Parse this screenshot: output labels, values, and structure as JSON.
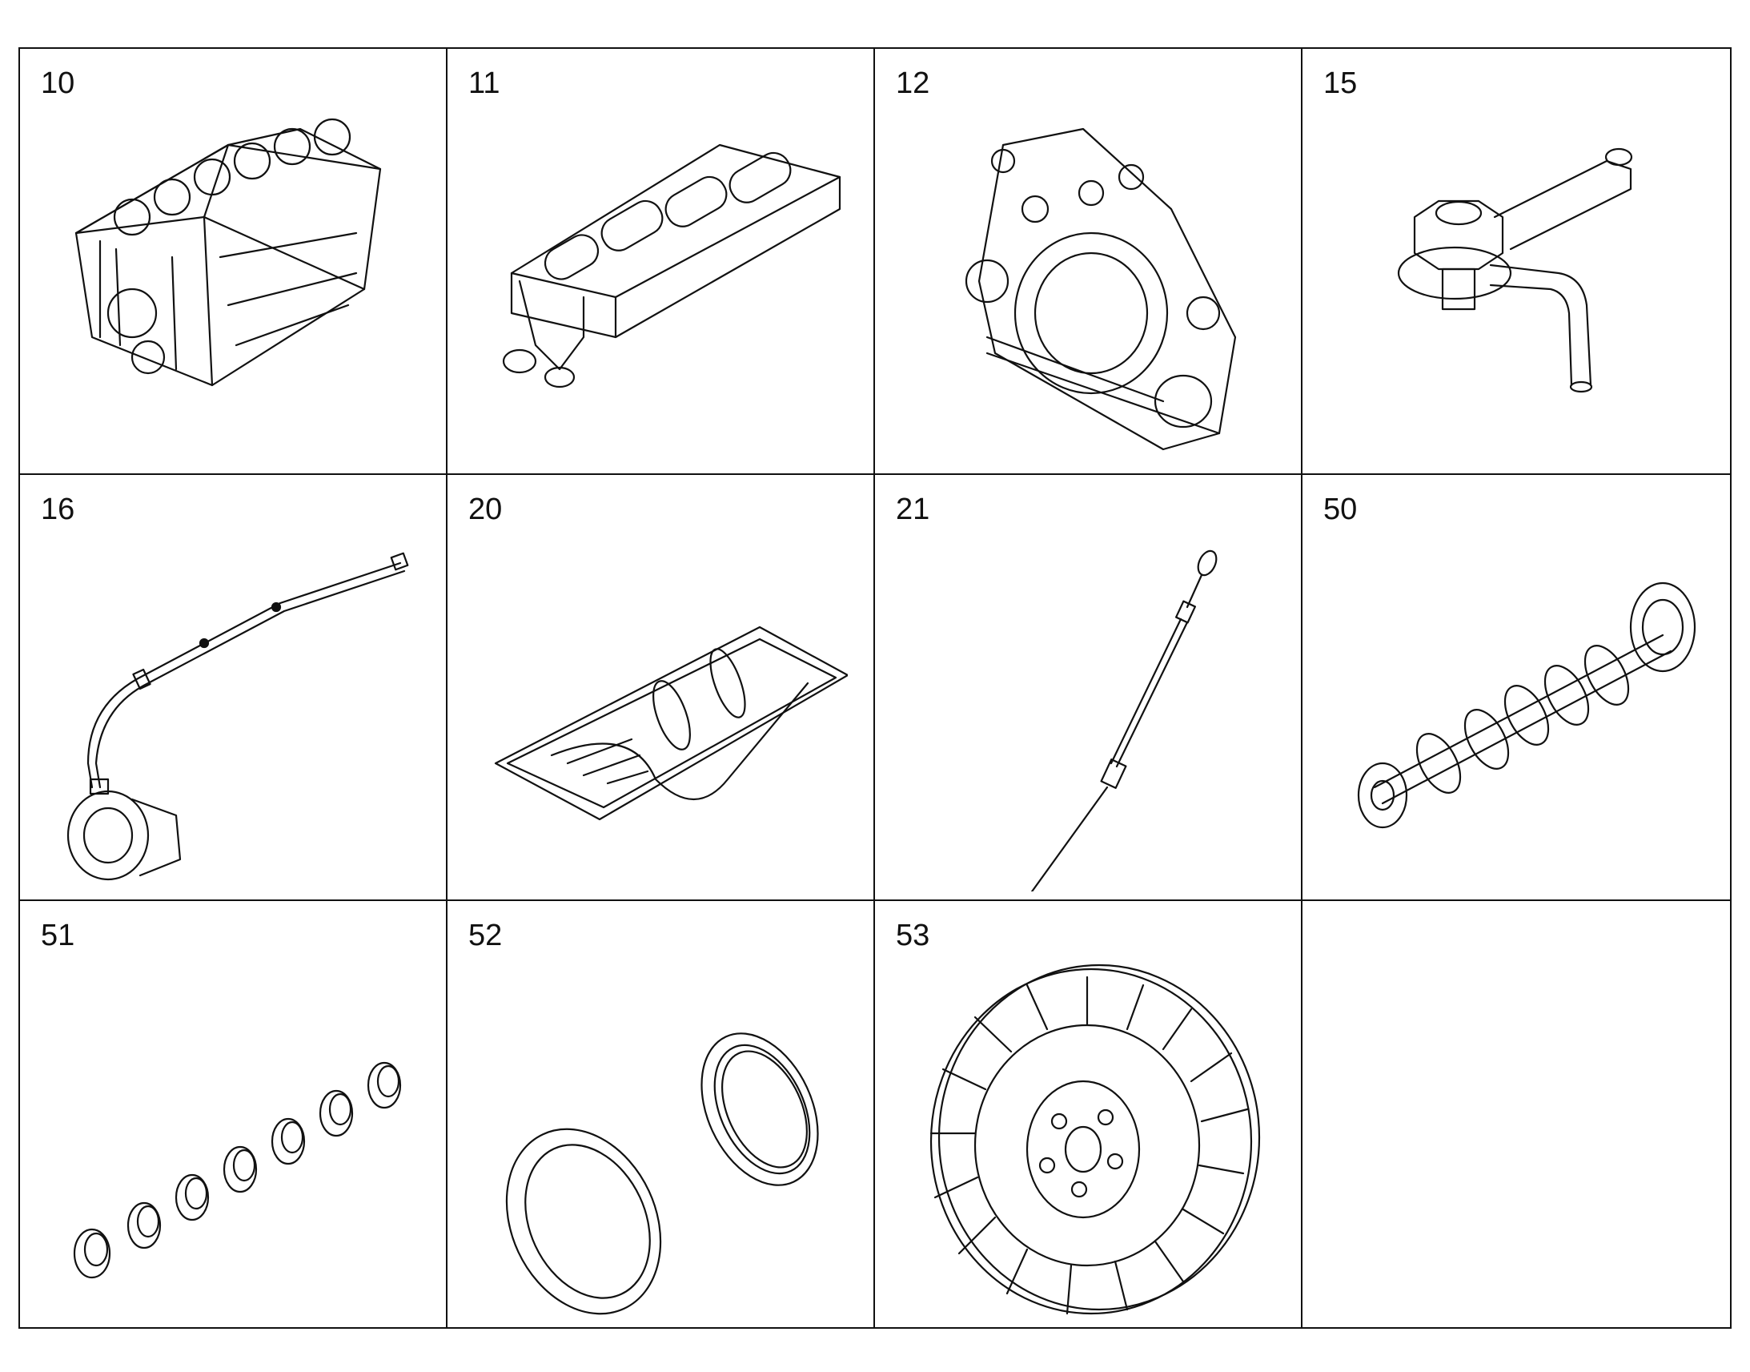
{
  "parts": [
    {
      "number": "10",
      "icon": "engine-block-icon"
    },
    {
      "number": "11",
      "icon": "bearing-frame-icon"
    },
    {
      "number": "12",
      "icon": "timing-cover-icon"
    },
    {
      "number": "15",
      "icon": "oil-nozzle-icon"
    },
    {
      "number": "16",
      "icon": "oil-pipe-icon"
    },
    {
      "number": "20",
      "icon": "oil-pan-icon"
    },
    {
      "number": "21",
      "icon": "dipstick-icon"
    },
    {
      "number": "50",
      "icon": "crankshaft-icon"
    },
    {
      "number": "51",
      "icon": "bearing-shells-icon"
    },
    {
      "number": "52",
      "icon": "seal-rings-icon"
    },
    {
      "number": "53",
      "icon": "vibration-damper-icon"
    },
    {
      "number": "",
      "icon": ""
    }
  ]
}
